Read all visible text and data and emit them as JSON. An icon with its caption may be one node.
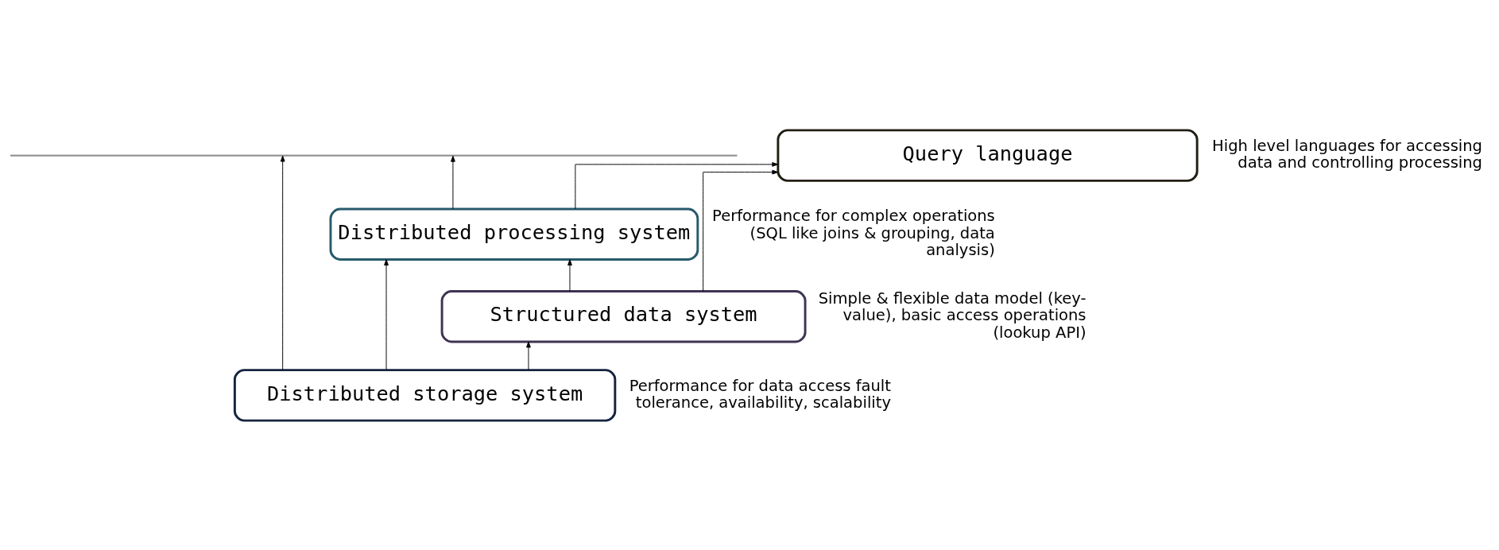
{
  "diagram": {
    "nodes": [
      {
        "text": [],
        "shape": "bar"
      },
      {
        "text": [
          "Query language"
        ],
        "beside": [
          "High level languages for accessing data and controlling processing"
        ]
      },
      {
        "text": [
          "Distributed processing system"
        ],
        "beside": [
          "Performance for complex operations (SQL like joins & grouping, data analysis)"
        ]
      },
      {
        "text": [
          "Structured data system"
        ],
        "beside": [
          "Simple & flexible data model (key-value), basic access operations (lookup API)"
        ]
      },
      {
        "text": [
          "Distributed storage system"
        ],
        "beside": [
          "Performance for data access fault tolerance, availability, scalability"
        ]
      }
    ],
    "edges": [
      {
        "from": 4,
        "to": 0,
        "arrow": "to"
      },
      {
        "from": 2,
        "to": 0,
        "arrow": "to"
      },
      {
        "from": 3,
        "to": 1,
        "arrow": "to"
      },
      {
        "from": 2,
        "to": 1,
        "arrow": "to"
      },
      {
        "from": 3,
        "to": 2,
        "arrow": "to"
      },
      {
        "from": 4,
        "to": 2,
        "arrow": "to"
      },
      {
        "from": 4,
        "to": 3,
        "arrow": "to"
      }
    ]
  }
}
